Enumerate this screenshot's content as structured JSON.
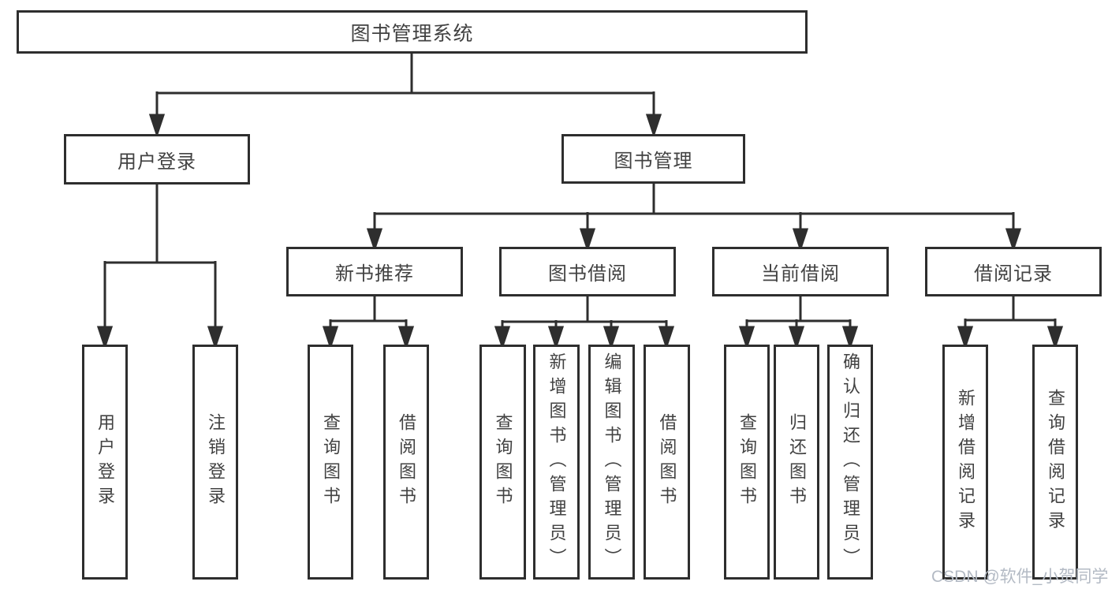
{
  "tree": {
    "root": "图书管理系统",
    "children": [
      {
        "label": "用户登录",
        "children": [
          "用户登录",
          "注销登录"
        ]
      },
      {
        "label": "图书管理",
        "children": [
          {
            "label": "新书推荐",
            "children": [
              "查询图书",
              "借阅图书"
            ]
          },
          {
            "label": "图书借阅",
            "children": [
              "查询图书",
              "新增图书（管理员）",
              "编辑图书（管理员）",
              "借阅图书"
            ]
          },
          {
            "label": "当前借阅",
            "children": [
              "查询图书",
              "归还图书",
              "确认归还（管理员）"
            ]
          },
          {
            "label": "借阅记录",
            "children": [
              "新增借阅记录",
              "查询借阅记录"
            ]
          }
        ]
      }
    ]
  },
  "watermark": "CSDN @软件_小贺同学",
  "colors": {
    "line": "#2e2e2e",
    "box_border": "#2e2e2e",
    "text": "#424242",
    "watermark": "#b3bac4",
    "background": "#ffffff"
  }
}
